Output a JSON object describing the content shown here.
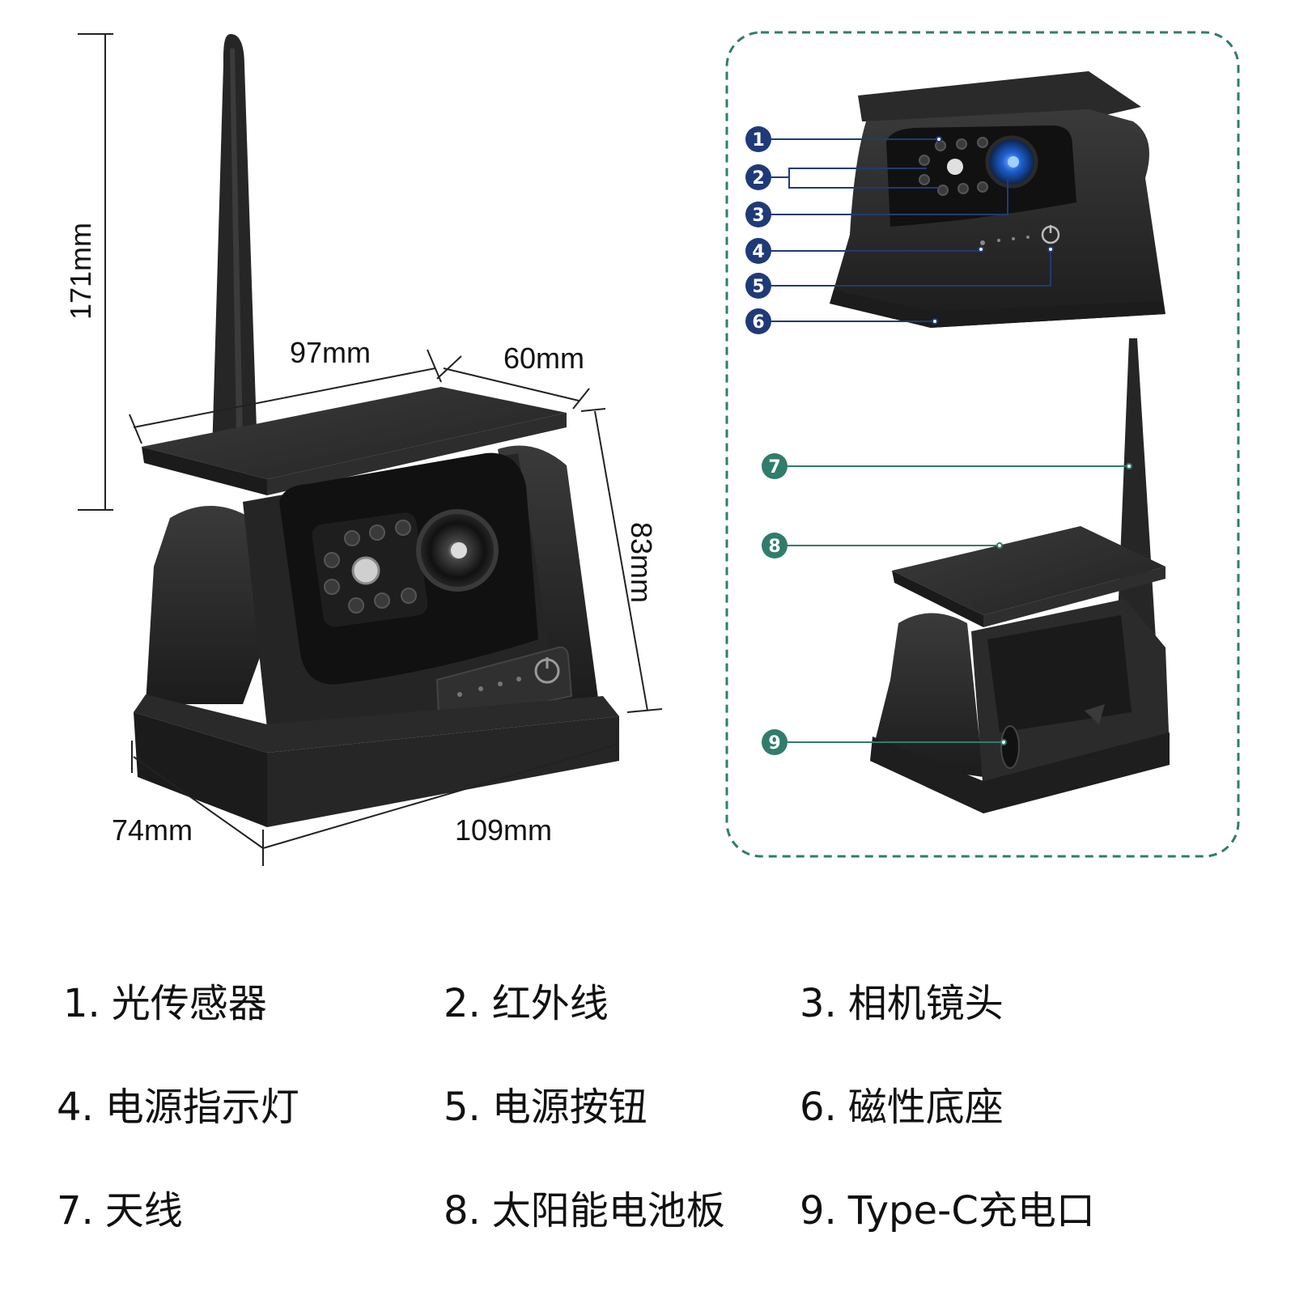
{
  "dimensions": {
    "height_total": "171mm",
    "panel_width": "97mm",
    "panel_depth": "60mm",
    "body_height": "83mm",
    "base_depth": "74mm",
    "base_width": "109mm"
  },
  "callout_numbers": [
    "1",
    "2",
    "3",
    "4",
    "5",
    "6",
    "7",
    "8",
    "9"
  ],
  "legend": [
    {
      "num": "1.",
      "label": "光传感器"
    },
    {
      "num": "2.",
      "label": "红外线"
    },
    {
      "num": "3.",
      "label": "相机镜头"
    },
    {
      "num": "4.",
      "label": "电源指示灯"
    },
    {
      "num": "5.",
      "label": "电源按钮"
    },
    {
      "num": "6.",
      "label": "磁性底座"
    },
    {
      "num": "7.",
      "label": "天线"
    },
    {
      "num": "8.",
      "label": "太阳能电池板"
    },
    {
      "num": "9.",
      "label": "Type-C充电口"
    }
  ],
  "colors": {
    "callout_dark": "#1f3a78",
    "callout_green": "#2f7d6a",
    "frame_green": "#2f7d6a",
    "device_dark": "#2a2a2a"
  }
}
